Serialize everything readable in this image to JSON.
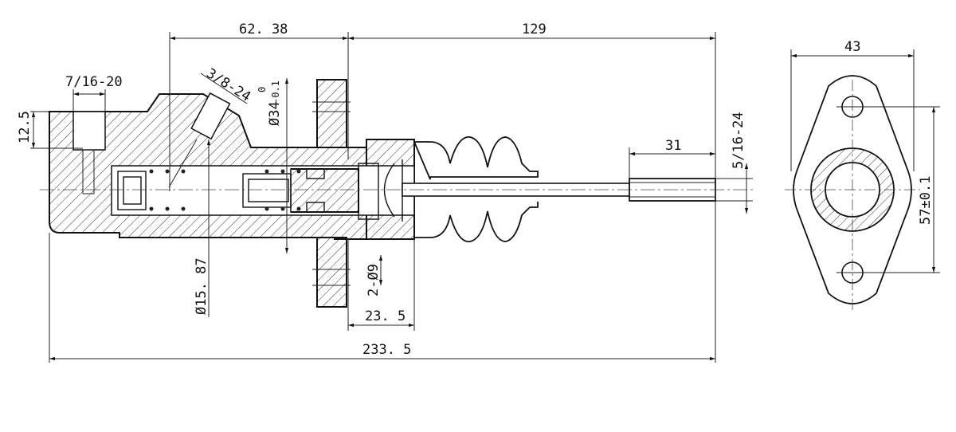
{
  "drawing": {
    "dimensions": {
      "d_62_38": "62. 38",
      "d_129": "129",
      "d_3_8_24": "3/8-24",
      "d_34_dia": "Ø34",
      "d_34_tol_upper": "0",
      "d_34_tol_lower": "-0.1",
      "d_7_16_20": "7/16-20",
      "d_12_5": "12.5",
      "d_15_87": "Ø15. 87",
      "d_2_9": "2-Ø9",
      "d_23_5": "23. 5",
      "d_233_5": "233. 5",
      "d_31": "31",
      "d_5_16_24": "5/16-24",
      "d_43": "43",
      "d_57": "57±0.1"
    }
  }
}
